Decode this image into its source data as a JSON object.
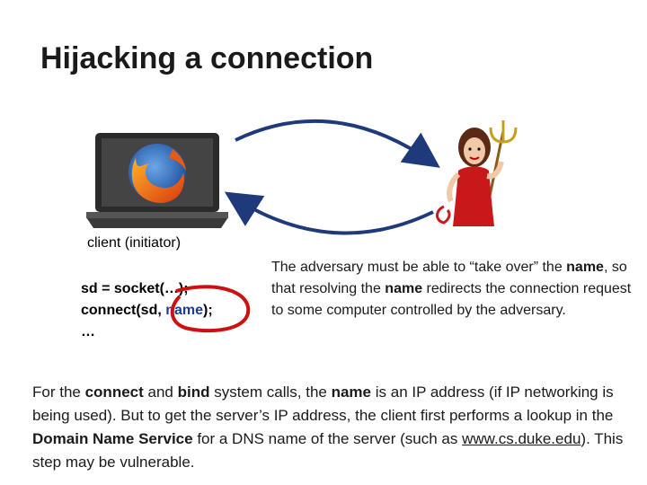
{
  "title": "Hijacking a connection",
  "client_caption": "client (initiator)",
  "code": {
    "line1": "sd = socket(…);",
    "line2_prefix": "connect(sd, ",
    "line2_name": "name",
    "line2_suffix": ");",
    "line3": "…"
  },
  "adversary_text": {
    "p1": "The adversary must be able to “take over” the ",
    "b1": "name",
    "p2": ", so that resolving the ",
    "b2": "name",
    "p3": " redirects the connection request to some computer controlled by the adversary."
  },
  "paragraph": {
    "s1": "For the ",
    "b1": "connect",
    "s2": " and ",
    "b2": "bind",
    "s3": " system calls, the ",
    "b3": "name",
    "s4": " is an IP address (if IP networking is being used).  But to get the server’s IP address, the client first performs a lookup in the ",
    "b4": "Domain Name Service",
    "s5": " for a DNS name of the server (such as ",
    "link": "www.cs.duke.edu",
    "s6": ").  This step may be vulnerable."
  },
  "colors": {
    "arrow": "#1f3a7a",
    "highlight_oval": "#cc1111",
    "name_highlight": "#1f3a93"
  },
  "icons": [
    "laptop-firefox-icon",
    "devil-adversary-icon"
  ]
}
